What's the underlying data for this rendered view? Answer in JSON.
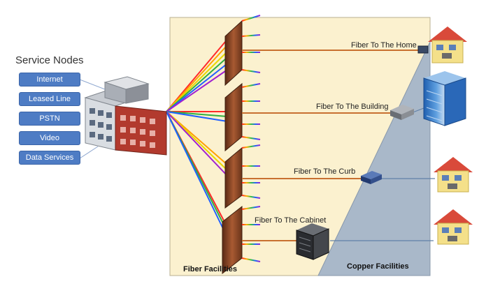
{
  "service_nodes": {
    "title": "Service Nodes",
    "items": [
      "Internet",
      "Leased Line",
      "PSTN",
      "Video",
      "Data Services"
    ]
  },
  "connections": [
    {
      "label": "Fiber To The Home"
    },
    {
      "label": "Fiber To The Building"
    },
    {
      "label": "Fiber To The Curb"
    },
    {
      "label": "Fiber To The Cabinet"
    }
  ],
  "regions": {
    "fiber": "Fiber Facilities",
    "copper": "Copper Facilities"
  },
  "colors": {
    "fiber_bg": "#fbf1cf",
    "copper_bg": "#a9b8c9",
    "node_btn": "#4e7cc4",
    "splitter": "#8b4a2a"
  }
}
